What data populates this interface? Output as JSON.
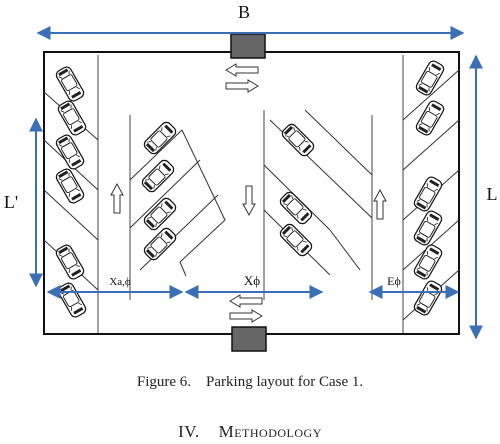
{
  "diagram": {
    "dimension_labels": {
      "overall_width": "B",
      "overall_length": "L",
      "module_length": "L'",
      "aisle_with_stalls": "Xa,ϕ",
      "interior_module": "Xϕ",
      "edge_module": "Eϕ"
    },
    "colors": {
      "outline": "#111111",
      "dimension_line": "#3a6fb5",
      "gate": "#666666",
      "hatch": "#333333"
    }
  },
  "caption": {
    "figure_label": "Figure 6.",
    "figure_text": "Parking layout for Case 1."
  },
  "section": {
    "number": "IV.",
    "title": "Methodology"
  }
}
